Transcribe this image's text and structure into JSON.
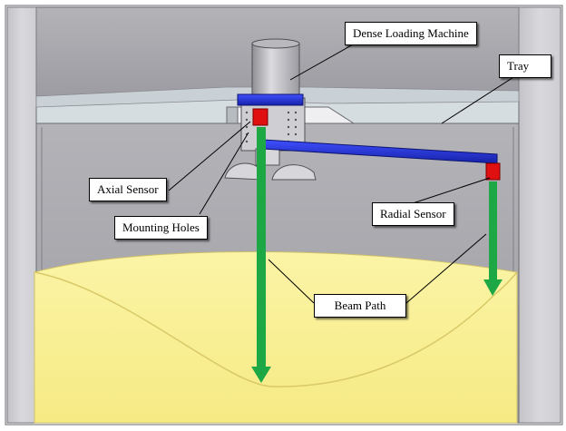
{
  "labels": {
    "dense_loading_machine": "Dense Loading Machine",
    "tray": "Tray",
    "axial_sensor": "Axial Sensor",
    "mounting_holes": "Mounting Holes",
    "radial_sensor": "Radial Sensor",
    "beam_path": "Beam Path"
  },
  "colors": {
    "vessel_wall": "#d9d9dd",
    "vessel_interior": "#a9a9ae",
    "tray_surface": "#d4dbdf",
    "catalyst_bed": "#fbf29a",
    "bed_edge": "#d8c868",
    "arm": "#2233dd",
    "sensor": "#e01010",
    "beam": "#1ea845",
    "callout_border": "#000000"
  },
  "icons": {
    "beam_arrow": "arrow-down-icon"
  }
}
